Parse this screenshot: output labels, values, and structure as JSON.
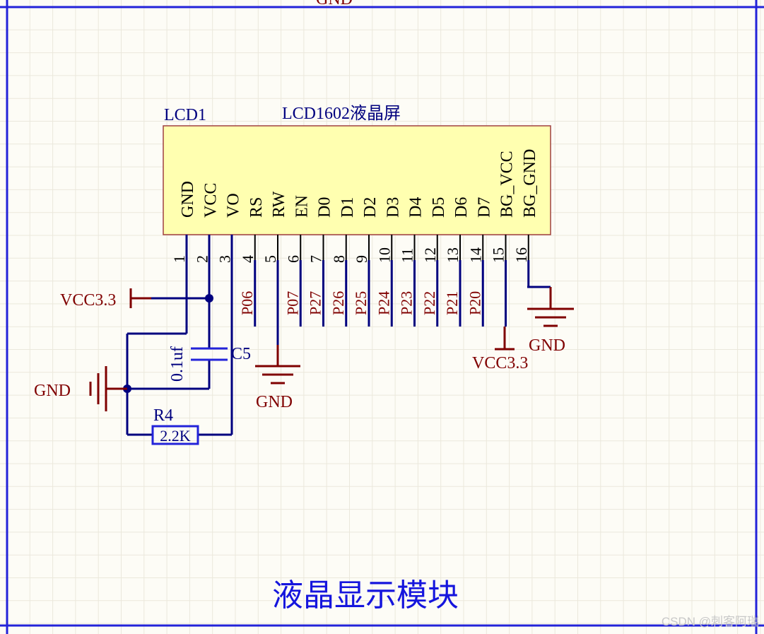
{
  "colors": {
    "background": "#fdfcf6",
    "grid": "#ebe8dc",
    "frame": "#2323d9",
    "wire": "#00007f",
    "power": "#7f0000",
    "net_label": "#800000",
    "body_fill": "#ffffb0",
    "body_stroke": "#a04040",
    "capacitor": "#2323d9",
    "title_text": "#1515dd",
    "watermark": "#c8c8c8"
  },
  "top_label": "GND",
  "component": {
    "designator": "LCD1",
    "name": "LCD1602液晶屏",
    "pins": [
      {
        "num": "1",
        "name": "GND",
        "net": ""
      },
      {
        "num": "2",
        "name": "VCC",
        "net": ""
      },
      {
        "num": "3",
        "name": "VO",
        "net": ""
      },
      {
        "num": "4",
        "name": "RS",
        "net": "P06"
      },
      {
        "num": "5",
        "name": "RW",
        "net": ""
      },
      {
        "num": "6",
        "name": "EN",
        "net": "P07"
      },
      {
        "num": "7",
        "name": "D0",
        "net": "P27"
      },
      {
        "num": "8",
        "name": "D1",
        "net": "P26"
      },
      {
        "num": "9",
        "name": "D2",
        "net": "P25"
      },
      {
        "num": "10",
        "name": "D3",
        "net": "P24"
      },
      {
        "num": "11",
        "name": "D4",
        "net": "P23"
      },
      {
        "num": "12",
        "name": "D5",
        "net": "P22"
      },
      {
        "num": "13",
        "name": "D6",
        "net": "P21"
      },
      {
        "num": "14",
        "name": "D7",
        "net": "P20"
      },
      {
        "num": "15",
        "name": "BG_VCC",
        "net": ""
      },
      {
        "num": "16",
        "name": "BG_GND",
        "net": ""
      }
    ]
  },
  "capacitor": {
    "designator": "C5",
    "value": "0.1uf"
  },
  "resistor": {
    "designator": "R4",
    "value": "2.2K"
  },
  "power_labels": {
    "vcc_left": "VCC3.3",
    "gnd_left": "GND",
    "gnd_rw": "GND",
    "vcc_bg": "VCC3.3",
    "gnd_bg": "GND"
  },
  "title": "液晶显示模块",
  "watermark": "CSDN @刺客阿瑞"
}
